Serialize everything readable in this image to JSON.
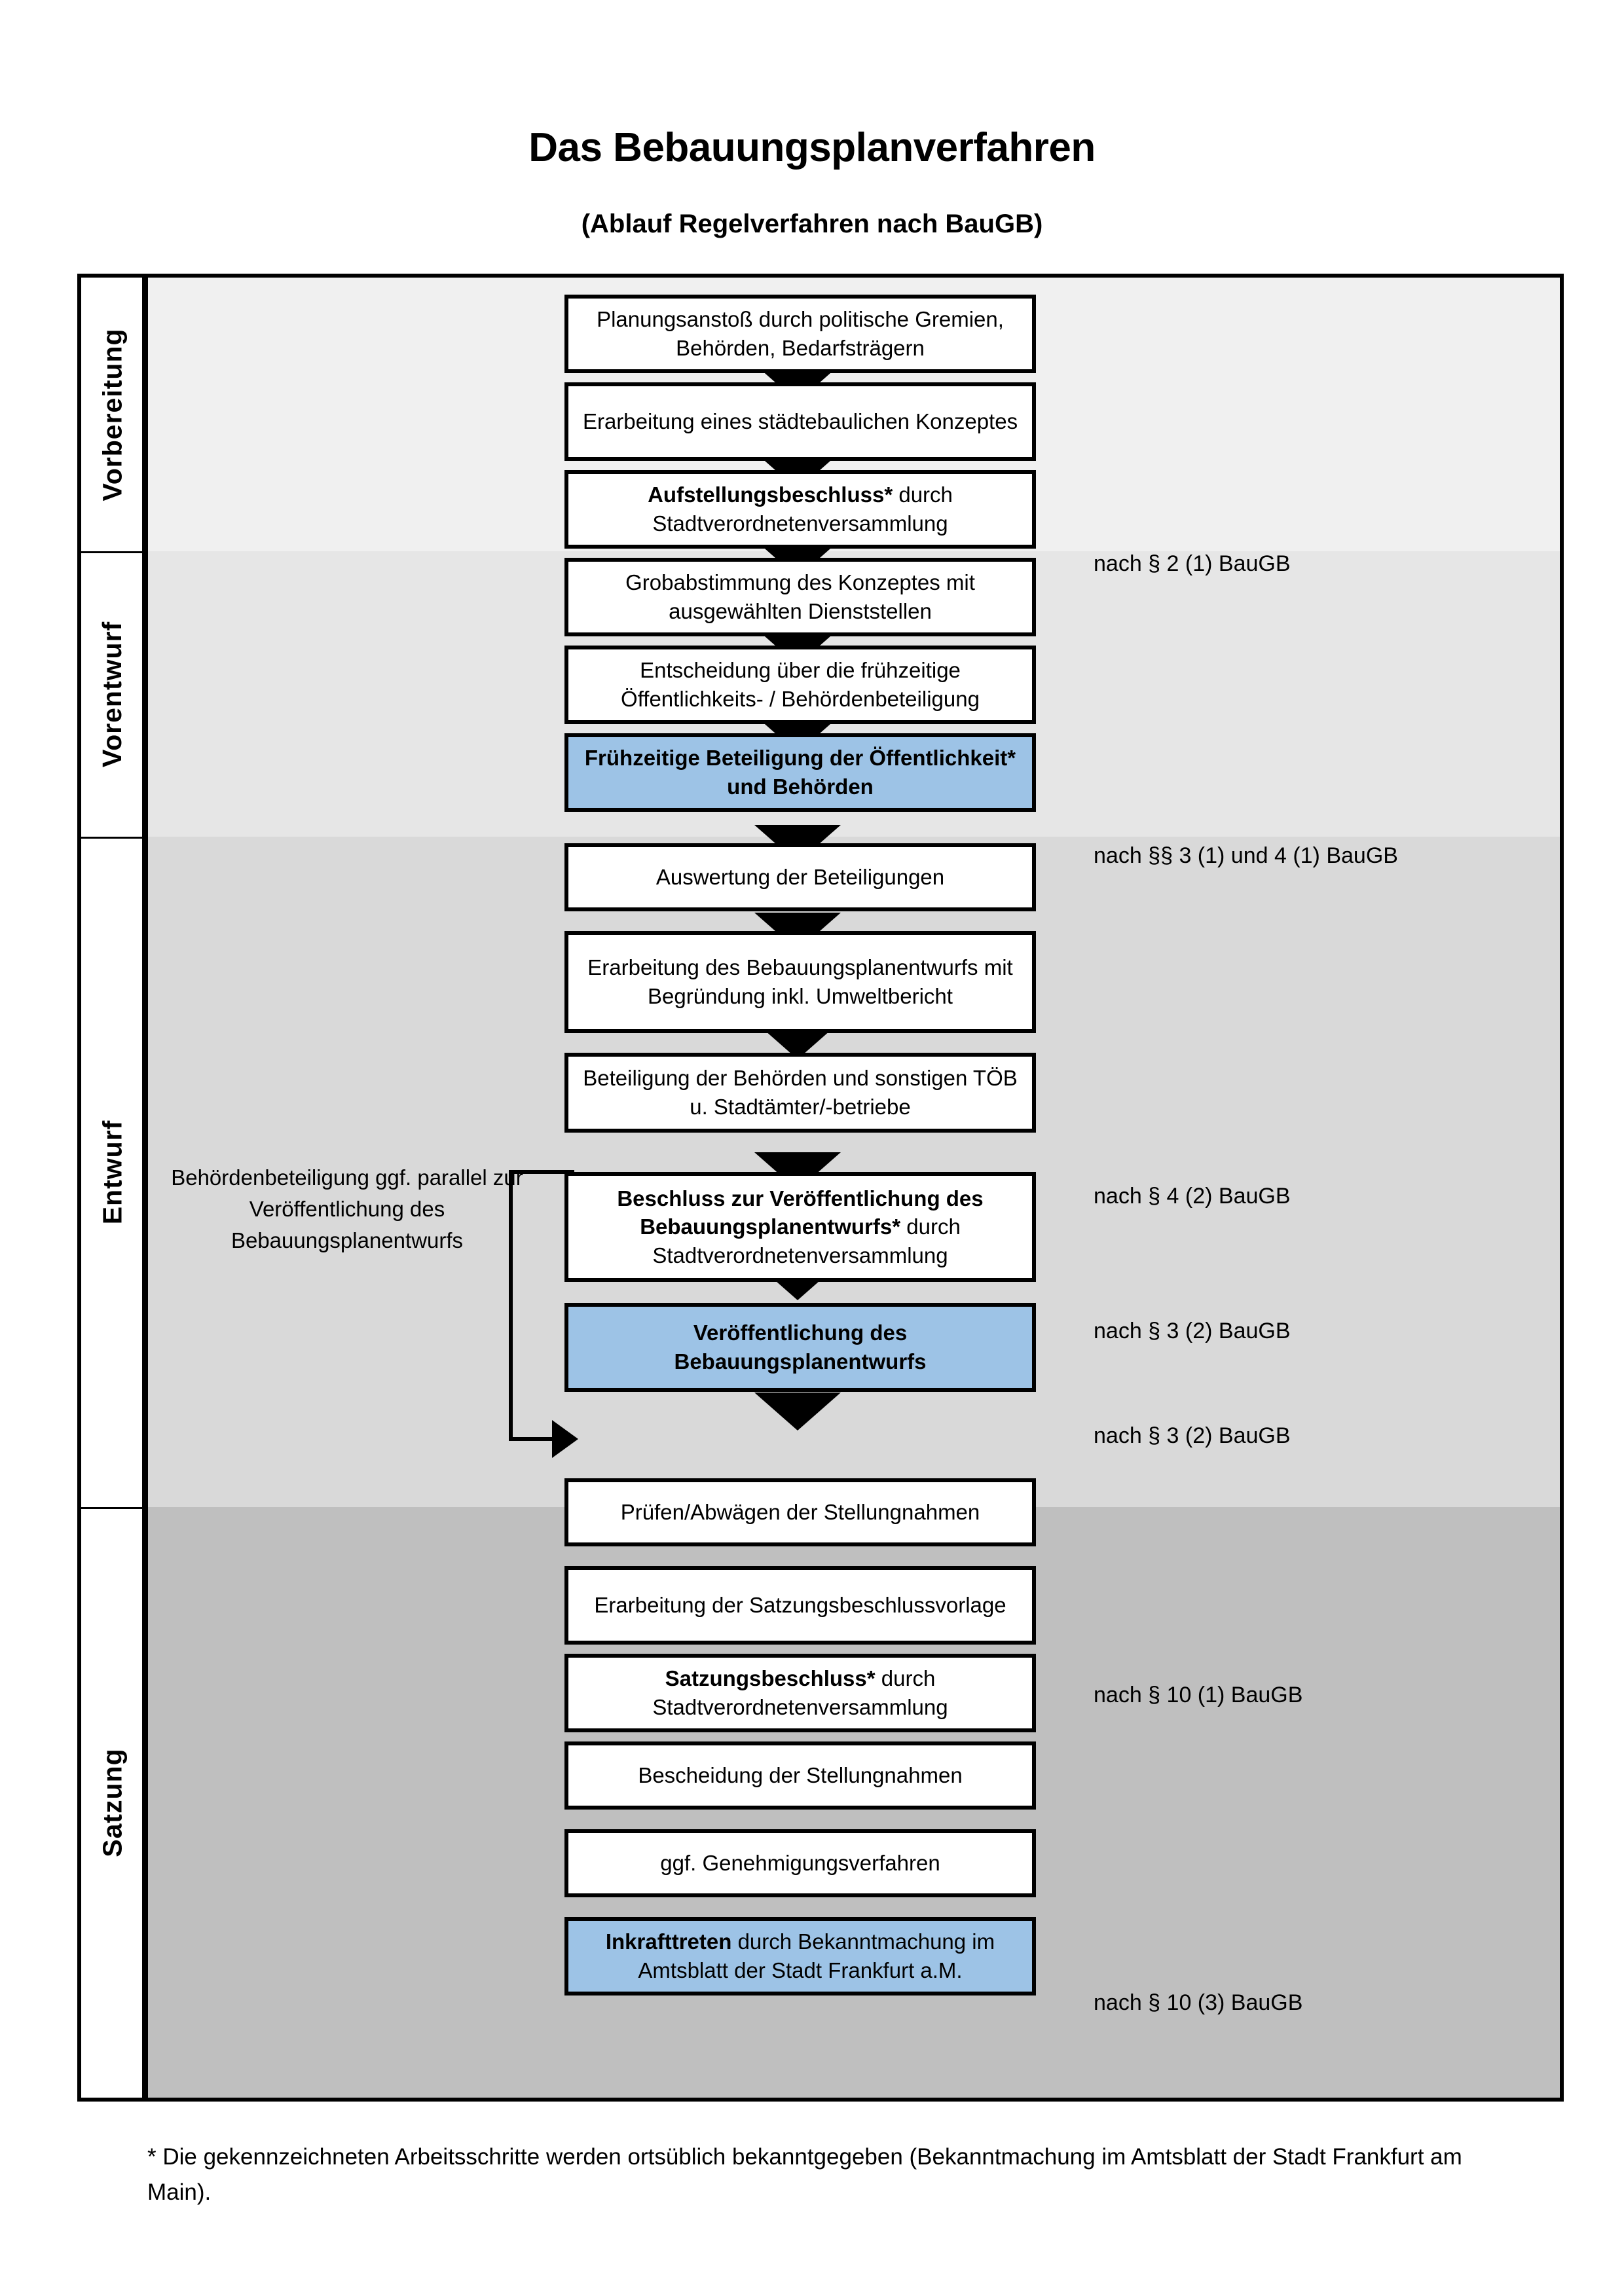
{
  "header": {
    "title": "Das Bebauungsplanverfahren",
    "subtitle": "(Ablauf Regelverfahren nach BauGB)"
  },
  "colors": {
    "highlight": "#9dc3e6",
    "band_vorbereitung": "#f0f0f0",
    "band_vorentwurf": "#e6e6e6",
    "band_entwurf": "#d9d9d9",
    "band_satzung": "#bfbfbf",
    "box_border": "#000000",
    "box_fill": "#ffffff"
  },
  "phases": [
    {
      "id": "vorbereitung",
      "label": "Vorbereitung"
    },
    {
      "id": "vorentwurf",
      "label": "Vorentwurf"
    },
    {
      "id": "entwurf",
      "label": "Entwurf"
    },
    {
      "id": "satzung",
      "label": "Satzung"
    }
  ],
  "steps": [
    {
      "id": "planungsanstoss",
      "phase": "vorbereitung",
      "highlight": false,
      "bold_prefix": "",
      "text": "Planungsanstoß durch politische Gremien, Behörden, Bedarfsträgern"
    },
    {
      "id": "staedtebau-konzept",
      "phase": "vorbereitung",
      "highlight": false,
      "bold_prefix": "",
      "text": "Erarbeitung eines städtebaulichen Konzeptes"
    },
    {
      "id": "aufstellungsbeschluss",
      "phase": "vorbereitung",
      "highlight": false,
      "bold_prefix": "Aufstellungsbeschluss*",
      "text": " durch Stadtverordnetenversammlung"
    },
    {
      "id": "grobabstimmung",
      "phase": "vorentwurf",
      "highlight": false,
      "bold_prefix": "",
      "text": "Grobabstimmung des Konzeptes mit ausgewählten Dienststellen"
    },
    {
      "id": "entscheidung-fruehzeitig",
      "phase": "vorentwurf",
      "highlight": false,
      "bold_prefix": "",
      "text": "Entscheidung über die frühzeitige Öffentlichkeits- / Behördenbeteiligung"
    },
    {
      "id": "fruehzeitige-beteiligung",
      "phase": "vorentwurf",
      "highlight": true,
      "bold_prefix": "Frühzeitige Beteiligung der Öffentlichkeit* und Behörden",
      "text": ""
    },
    {
      "id": "auswertung",
      "phase": "entwurf",
      "highlight": false,
      "bold_prefix": "",
      "text": "Auswertung der Beteiligungen"
    },
    {
      "id": "erarbeitung-entwurf",
      "phase": "entwurf",
      "highlight": false,
      "bold_prefix": "",
      "text": "Erarbeitung des Bebauungsplanentwurfs mit Begründung inkl. Umweltbericht"
    },
    {
      "id": "beteiligung-behoerden",
      "phase": "entwurf",
      "highlight": false,
      "bold_prefix": "",
      "text": "Beteiligung der Behörden und sonstigen TÖB u. Stadtämter/-betriebe"
    },
    {
      "id": "beschluss-veroeffentlichung",
      "phase": "entwurf",
      "highlight": false,
      "bold_prefix": "Beschluss zur Veröffentlichung des Bebauungsplanentwurfs*",
      "text": " durch Stadtverordnetenversammlung"
    },
    {
      "id": "veroeffentlichung",
      "phase": "entwurf",
      "highlight": true,
      "bold_prefix": "Veröffentlichung des Bebauungsplanentwurfs",
      "text": ""
    },
    {
      "id": "pruefen-abwaegen",
      "phase": "satzung",
      "highlight": false,
      "bold_prefix": "",
      "text": "Prüfen/Abwägen der Stellungnahmen"
    },
    {
      "id": "satzungsbeschlussvorlage",
      "phase": "satzung",
      "highlight": false,
      "bold_prefix": "",
      "text": "Erarbeitung der Satzungsbeschlussvorlage"
    },
    {
      "id": "satzungsbeschluss",
      "phase": "satzung",
      "highlight": false,
      "bold_prefix": "Satzungsbeschluss*",
      "text": " durch Stadtverordnetenversammlung"
    },
    {
      "id": "bescheidung",
      "phase": "satzung",
      "highlight": false,
      "bold_prefix": "",
      "text": "Bescheidung der Stellungnahmen"
    },
    {
      "id": "genehmigungsverfahren",
      "phase": "satzung",
      "highlight": false,
      "bold_prefix": "",
      "text": "ggf. Genehmigungsverfahren"
    },
    {
      "id": "inkrafttreten",
      "phase": "satzung",
      "highlight": true,
      "bold_prefix": "Inkrafttreten",
      "text": " durch Bekanntmachung im Amtsblatt der Stadt Frankfurt a.M."
    }
  ],
  "legal_refs": [
    {
      "id": "ref-aufstellungsbeschluss",
      "text": "nach § 2 (1) BauGB"
    },
    {
      "id": "ref-fruehzeitige",
      "text": "nach §§ 3 (1) und 4 (1) BauGB"
    },
    {
      "id": "ref-behoerdenbeteiligung",
      "text": "nach § 4 (2) BauGB"
    },
    {
      "id": "ref-beschluss",
      "text": "nach § 3 (2) BauGB"
    },
    {
      "id": "ref-veroeffentlichung",
      "text": "nach § 3 (2) BauGB"
    },
    {
      "id": "ref-satzungsbeschluss",
      "text": "nach § 10 (1) BauGB"
    },
    {
      "id": "ref-inkrafttreten",
      "text": "nach § 10 (3) BauGB"
    }
  ],
  "side_note": {
    "text": "Behördenbeteiligung ggf. parallel zur Veröffentlichung des Bebauungsplanentwurfs"
  },
  "footnote": {
    "text": "* Die gekennzeichneten Arbeitsschritte werden ortsüblich bekanntgegeben (Bekanntmachung im Amtsblatt  der Stadt Frankfurt am Main)."
  }
}
